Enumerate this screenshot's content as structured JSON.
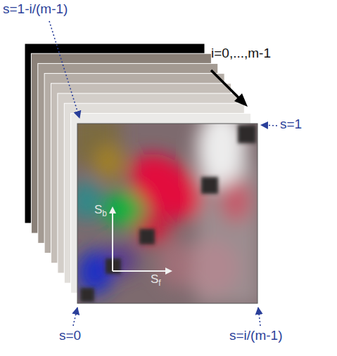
{
  "diagram": {
    "labels": [
      "s=1-i/(m-1)",
      "i=0,...,m-1",
      "s=1",
      "Sb",
      "Sf",
      "s=0",
      "s=i/(m-1)"
    ]
  }
}
